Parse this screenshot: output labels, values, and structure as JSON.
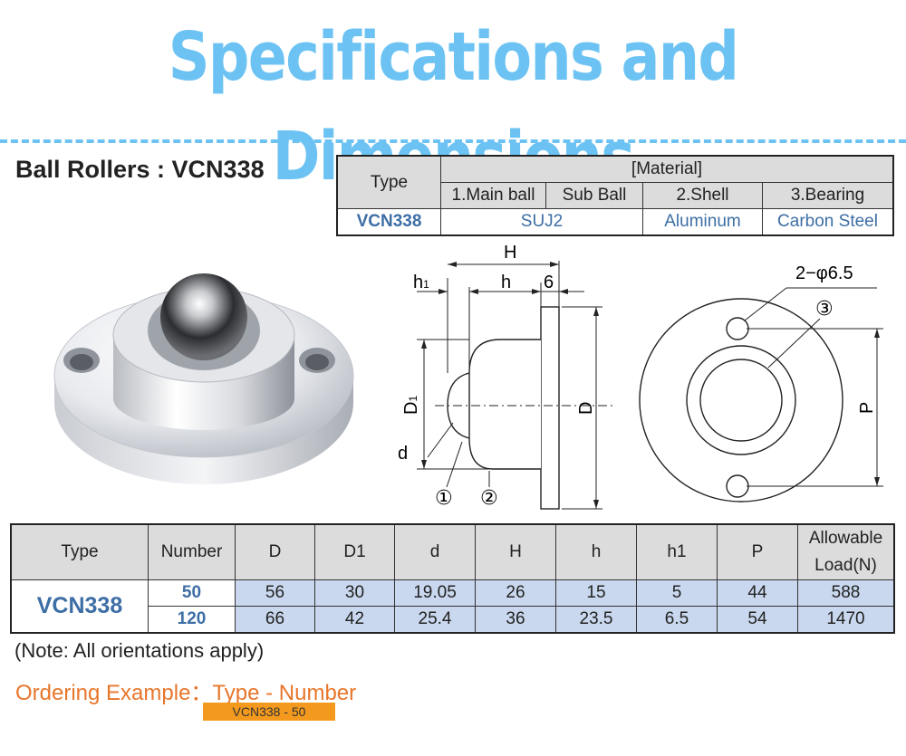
{
  "header": {
    "title": "Specifications and Dimensions"
  },
  "product": {
    "title": "Ball Rollers : VCN338"
  },
  "material_table": {
    "type_header": "Type",
    "material_header": "[Material]",
    "columns": [
      "1.Main ball",
      "Sub Ball",
      "2.Shell",
      "3.Bearing"
    ],
    "row": {
      "type": "VCN338",
      "ball_material": "SUJ2",
      "shell": "Aluminum",
      "bearing": "Carbon Steel"
    }
  },
  "diagram": {
    "H": "H",
    "h1": "h",
    "h1_sub": "1",
    "h": "h",
    "six": "6",
    "D1": "D",
    "D1_sub": "1",
    "d": "d",
    "D": "D",
    "c1": "①",
    "c2": "②",
    "c3": "③",
    "holes": "2−φ6.5",
    "P": "P"
  },
  "spec_table": {
    "headers": [
      "Type",
      "Number",
      "D",
      "D1",
      "d",
      "H",
      "h",
      "h1",
      "P",
      "Allowable Load(N)"
    ],
    "type": "VCN338",
    "rows": [
      {
        "number": "50",
        "values": [
          "56",
          "30",
          "19.05",
          "26",
          "15",
          "5",
          "44",
          "588"
        ]
      },
      {
        "number": "120",
        "values": [
          "66",
          "42",
          "25.4",
          "36",
          "23.5",
          "6.5",
          "54",
          "1470"
        ]
      }
    ]
  },
  "note": "(Note: All orientations apply)",
  "ordering": {
    "label": "Ordering Example：Type - Number",
    "example": "VCN338 - 50"
  },
  "colors": {
    "title_blue": "#6cc3f3",
    "text_blue": "#3d6ea5",
    "value_bg": "#c9d8ee",
    "order_orange": "#e8762b",
    "order_bar": "#f39a1e"
  }
}
